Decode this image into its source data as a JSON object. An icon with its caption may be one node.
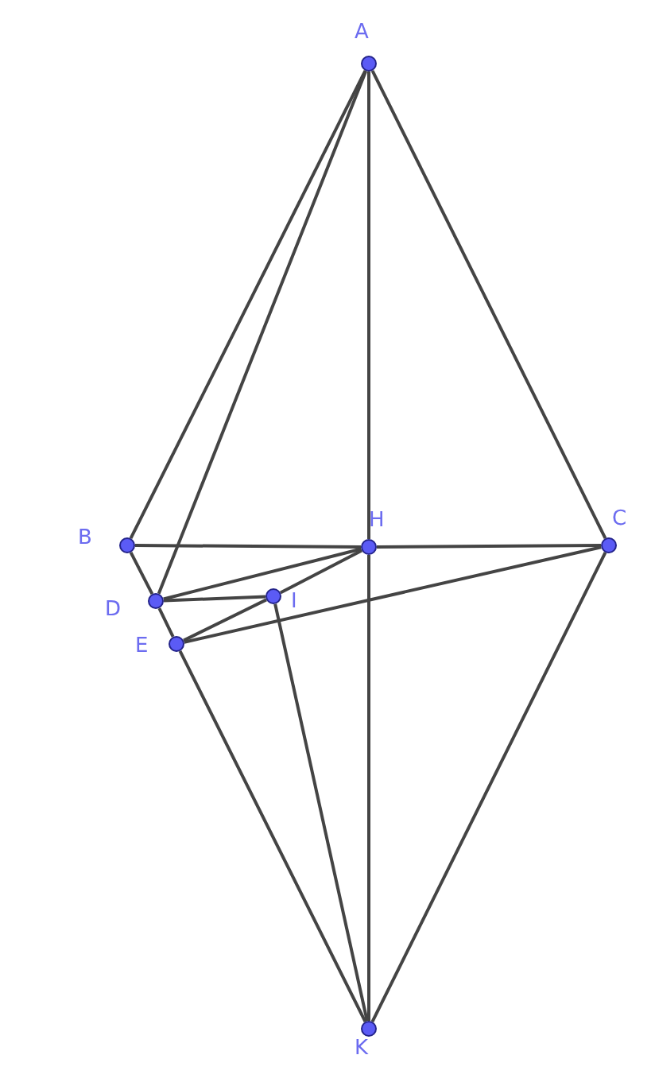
{
  "diagram": {
    "nodes": [
      {
        "text": [
          "A"
        ]
      },
      {
        "text": [
          "B"
        ]
      },
      {
        "text": [
          "H"
        ]
      },
      {
        "text": [
          "C"
        ]
      },
      {
        "text": [
          "D"
        ]
      },
      {
        "text": [
          "I"
        ]
      },
      {
        "text": [
          "E"
        ]
      },
      {
        "text": [
          "K"
        ]
      }
    ],
    "edges": [
      {
        "from": 0,
        "to": 1,
        "arrow": "none"
      },
      {
        "from": 0,
        "to": 3,
        "arrow": "none"
      },
      {
        "from": 0,
        "to": 4,
        "arrow": "none"
      },
      {
        "from": 0,
        "to": 2,
        "arrow": "none"
      },
      {
        "from": 2,
        "to": 7,
        "arrow": "none"
      },
      {
        "from": 1,
        "to": 2,
        "arrow": "none"
      },
      {
        "from": 2,
        "to": 3,
        "arrow": "none"
      },
      {
        "from": 1,
        "to": 4,
        "arrow": "none"
      },
      {
        "from": 4,
        "to": 6,
        "arrow": "none"
      },
      {
        "from": 6,
        "to": 7,
        "arrow": "none"
      },
      {
        "from": 3,
        "to": 7,
        "arrow": "none"
      },
      {
        "from": 4,
        "to": 2,
        "arrow": "none"
      },
      {
        "from": 4,
        "to": 5,
        "arrow": "none"
      },
      {
        "from": 6,
        "to": 5,
        "arrow": "none"
      },
      {
        "from": 5,
        "to": 2,
        "arrow": "none"
      },
      {
        "from": 6,
        "to": 3,
        "arrow": "none"
      },
      {
        "from": 5,
        "to": 7,
        "arrow": "none"
      }
    ]
  }
}
